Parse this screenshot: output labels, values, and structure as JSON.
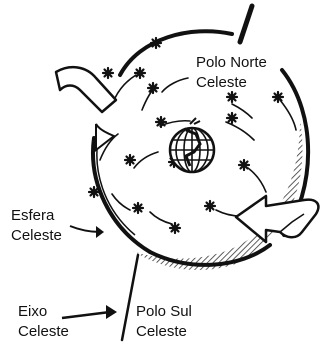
{
  "labels": {
    "north_pole_line1": "Polo Norte",
    "north_pole_line2": "Celeste",
    "sphere_line1": "Esfera",
    "sphere_line2": "Celeste",
    "axis_line1": "Eixo",
    "axis_line2": "Celeste",
    "south_pole_line1": "Polo Sul",
    "south_pole_line2": "Celeste"
  },
  "colors": {
    "ink": "#111111",
    "background": "#ffffff"
  },
  "icons": {
    "rotation_arrow": "curved-arrow-icon",
    "earth": "globe-icon",
    "stars": "star-icon"
  }
}
